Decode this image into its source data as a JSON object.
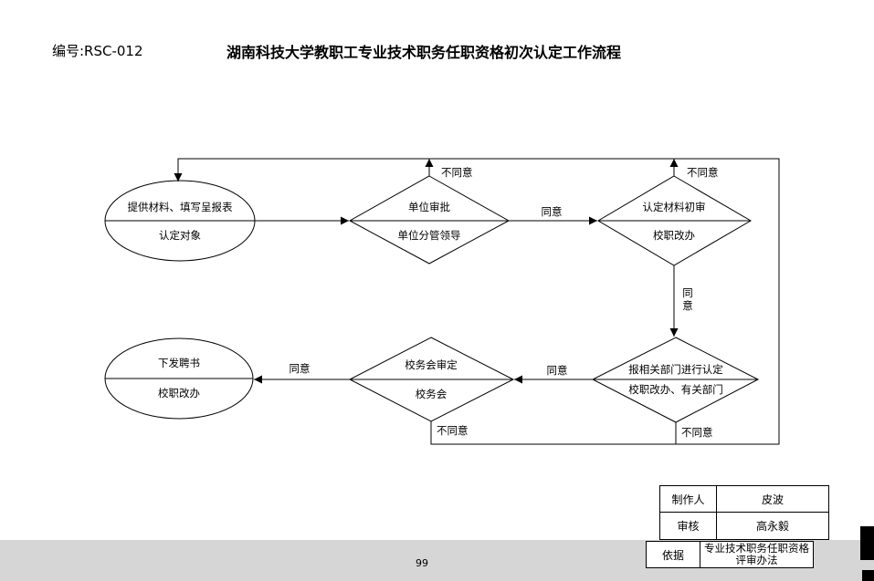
{
  "header": {
    "doc_code": "编号:RSC-012",
    "title": "湖南科技大学教职工专业技术职务任职资格初次认定工作流程"
  },
  "flow": {
    "start": {
      "top": "提供材料、填写呈报表",
      "bottom": "认定对象"
    },
    "unit_approval": {
      "top": "单位审批",
      "bottom": "单位分管领导"
    },
    "initial_review": {
      "top": "认定材料初审",
      "bottom": "校职改办"
    },
    "dept_certification": {
      "top": "报相关部门进行认定",
      "bottom": "校职改办、有关部门"
    },
    "school_review": {
      "top": "校务会审定",
      "bottom": "校务会"
    },
    "issue_cert": {
      "top": "下发聘书",
      "bottom": "校职改办"
    },
    "edges": {
      "agree_1": "同意",
      "agree_2_line1": "同",
      "agree_2_line2": "意",
      "agree_3": "同意",
      "agree_4": "同意",
      "reject_1": "不同意",
      "reject_2": "不同意",
      "reject_3": "不同意",
      "reject_4": "不同意"
    }
  },
  "info_table": {
    "maker_label": "制作人",
    "maker_value": "皮波",
    "reviewer_label": "审核",
    "reviewer_value": "高永毅",
    "basis_label": "依据",
    "basis_line1": "专业技术职务任职资格",
    "basis_line2": "评审办法"
  },
  "footer": {
    "page_number": "99"
  }
}
